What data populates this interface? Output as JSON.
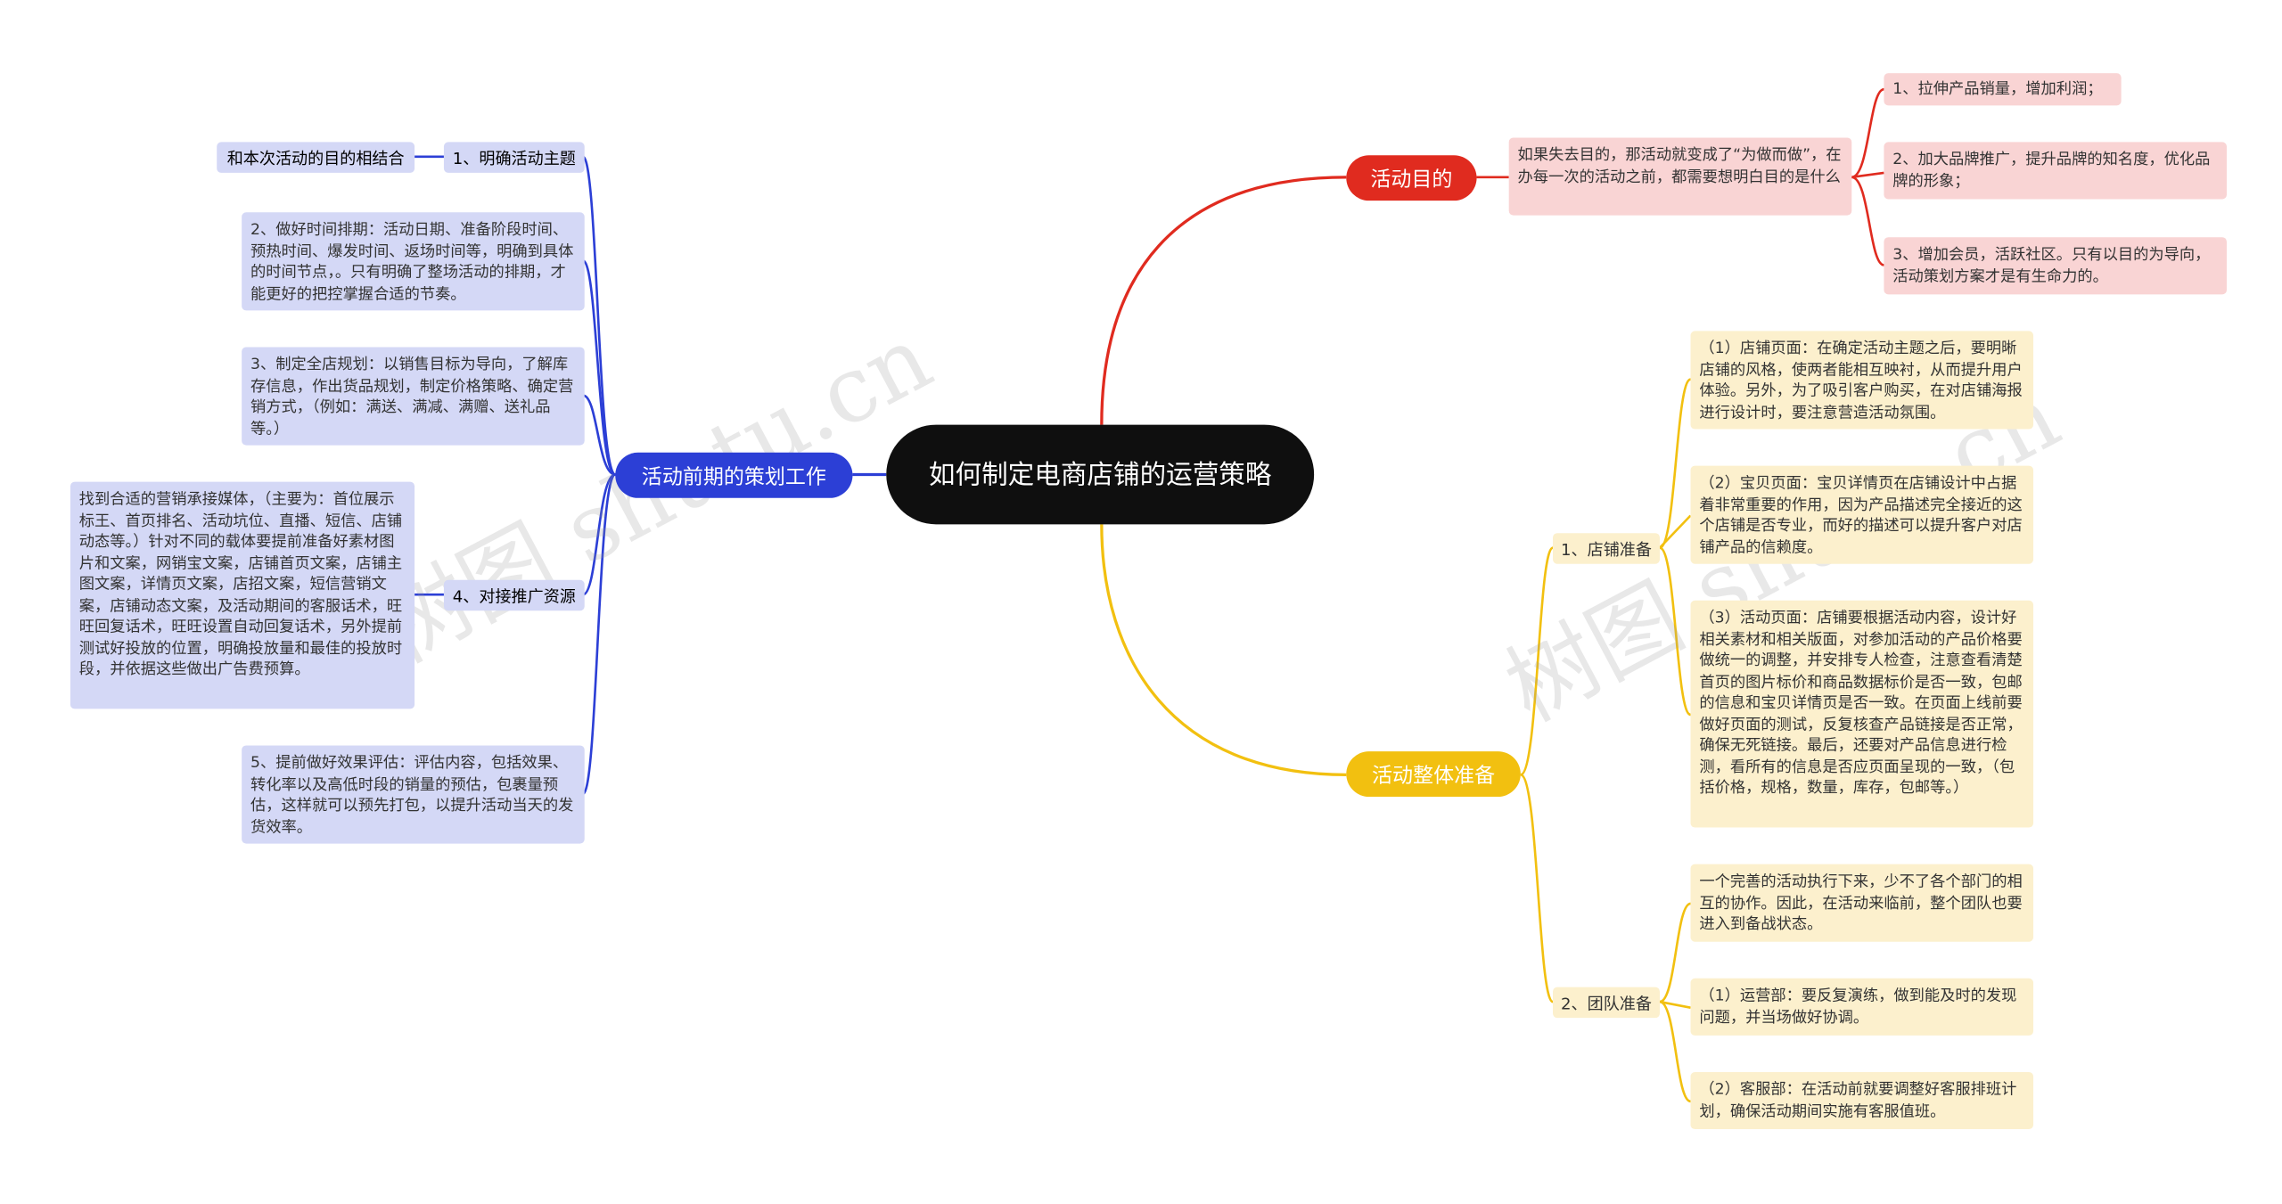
{
  "root": "如何制定电商店铺的运营策略",
  "colors": {
    "blue": "#2c3fd6",
    "red": "#e02b1f",
    "yellow": "#f2c010"
  },
  "watermarks": [
    "树图 shutu.cn",
    "树图 shutu.cn"
  ],
  "left": {
    "title": "活动前期的策划工作",
    "items": [
      {
        "label": "1、明确活动主题",
        "note": "和本次活动的目的相结合"
      },
      {
        "text": "2、做好时间排期：活动日期、准备阶段时间、预热时间、爆发时间、返场时间等，明确到具体的时间节点，。只有明确了整场活动的排期，才能更好的把控掌握合适的节奏。"
      },
      {
        "text": "3、制定全店规划：以销售目标为导向，了解库存信息，作出货品规划，制定价格策略、确定营销方式，（例如：满送、满减、满赠、送礼品等。）"
      },
      {
        "label": "4、对接推广资源",
        "note": "找到合适的营销承接媒体，（主要为：首位展示标王、首页排名、活动坑位、直播、短信、店铺动态等。）针对不同的载体要提前准备好素材图片和文案，网销宝文案，店铺首页文案，店铺主图文案，详情页文案，店招文案，短信营销文案，店铺动态文案，及活动期间的客服话术，旺旺回复话术，旺旺设置自动回复话术，另外提前测试好投放的位置，明确投放量和最佳的投放时段，并依据这些做出广告费预算。"
      },
      {
        "text": "5、提前做好效果评估：评估内容，包括效果、转化率以及高低时段的销量的预估，包裹量预估，这样就可以预先打包，以提升活动当天的发货效率。"
      }
    ]
  },
  "goal": {
    "title": "活动目的",
    "desc": "如果失去目的，那活动就变成了“为做而做”，在办每一次的活动之前，都需要想明白目的是什么",
    "items": [
      "1、拉伸产品销量，增加利润；",
      "2、加大品牌推广，提升品牌的知名度，优化品牌的形象；",
      "3、增加会员，活跃社区。只有以目的为导向，活动策划方案才是有生命力的。"
    ]
  },
  "prep": {
    "title": "活动整体准备",
    "shop": {
      "label": "1、店铺准备",
      "items": [
        "（1）店铺页面：在确定活动主题之后，要明晰店铺的风格，使两者能相互映衬，从而提升用户体验。另外，为了吸引客户购买，在对店铺海报进行设计时，要注意营造活动氛围。",
        "（2）宝贝页面：宝贝详情页在店铺设计中占据着非常重要的作用，因为产品描述完全接近的这个店铺是否专业，而好的描述可以提升客户对店铺产品的信赖度。",
        "（3）活动页面：店铺要根据活动内容，设计好相关素材和相关版面，对参加活动的产品价格要做统一的调整，并安排专人检查，注意查看清楚首页的图片标价和商品数据标价是否一致，包邮的信息和宝贝详情页是否一致。在页面上线前要做好页面的测试，反复核查产品链接是否正常，确保无死链接。最后，还要对产品信息进行检测，看所有的信息是否应页面呈现的一致，（包括价格，规格，数量，库存，包邮等。）"
      ]
    },
    "team": {
      "label": "2、团队准备",
      "items": [
        "一个完善的活动执行下来，少不了各个部门的相互的协作。因此，在活动来临前，整个团队也要进入到备战状态。",
        "（1）运营部：要反复演练，做到能及时的发现问题，并当场做好协调。",
        "（2）客服部：在活动前就要调整好客服排班计划，确保活动期间实施有客服值班。"
      ]
    }
  }
}
